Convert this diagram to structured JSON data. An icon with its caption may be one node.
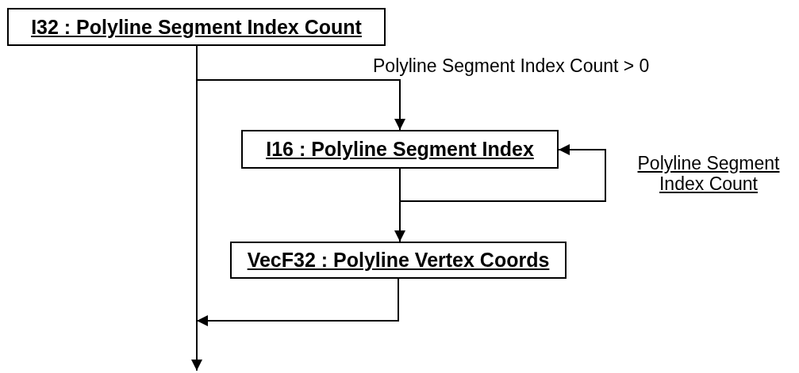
{
  "diagram": {
    "nodes": [
      {
        "text": [
          "I32 : Polyline Segment Index Count"
        ]
      },
      {
        "text": [
          "I16 : Polyline Segment Index"
        ]
      },
      {
        "text": [
          "VecF32 : Polyline Vertex Coords"
        ]
      }
    ],
    "edges": [
      {
        "from": 0,
        "to": null,
        "arrow": "to"
      },
      {
        "from": 0,
        "to": 1,
        "arrow": "to",
        "label": "Polyline Segment Index Count > 0"
      },
      {
        "from": 1,
        "to": 1,
        "arrow": "to",
        "label": "Polyline Segment Index Count"
      },
      {
        "from": 1,
        "to": 2,
        "arrow": "to"
      },
      {
        "from": 2,
        "to": null,
        "arrow": "to"
      }
    ]
  }
}
